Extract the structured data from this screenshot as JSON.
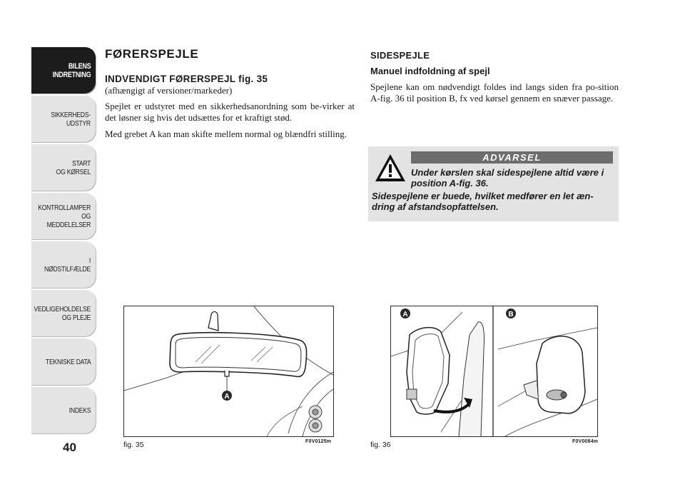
{
  "tabs": [
    {
      "label": "BILENS\nINDRETNING",
      "active": true
    },
    {
      "label": "SIKKERHEDS-\nUDSTYR",
      "active": false
    },
    {
      "label": "START\nOG KØRSEL",
      "active": false
    },
    {
      "label": "KONTROLLAMPER\nOG MEDDELELSER",
      "active": false
    },
    {
      "label": "I NØDSTILFÆLDE",
      "active": false
    },
    {
      "label": "VEDLIGEHOLDELSE\nOG PLEJE",
      "active": false
    },
    {
      "label": "TEKNISKE DATA",
      "active": false
    },
    {
      "label": "INDEKS",
      "active": false
    }
  ],
  "page_number": "40",
  "left": {
    "title": "FØRERSPEJLE",
    "subtitle": "INDVENDIGT FØRERSPEJL fig. 35",
    "note": "(afhængigt af versioner/markeder)",
    "para1": "Spejlet er udstyret med en sikkerhedsanordning som be-virker at det løsner sig hvis det udsættes for et kraftigt stød.",
    "para2": "Med grebet A kan man skifte mellem normal og blændfri stilling."
  },
  "right": {
    "heading": "SIDESPEJLE",
    "subheading": "Manuel indfoldning af spejl",
    "para1": "Spejlene kan om nødvendigt foldes ind langs siden fra po-sition A-fig. 36 til position B, fx ved kørsel gennem en snæver passage."
  },
  "warning": {
    "label": "ADVARSEL",
    "text1": "Under kørslen skal sidespejlene altid være i position A-fig. 36.",
    "text2": "Sidespejlene er buede, hvilket medfører en let æn-dring af afstandsopfattelsen."
  },
  "fig35": {
    "caption": "fig. 35",
    "code": "F0V0125m",
    "marker": "A"
  },
  "fig36": {
    "caption": "fig. 36",
    "code": "F0V0084m",
    "marker_a": "A",
    "marker_b": "B"
  }
}
